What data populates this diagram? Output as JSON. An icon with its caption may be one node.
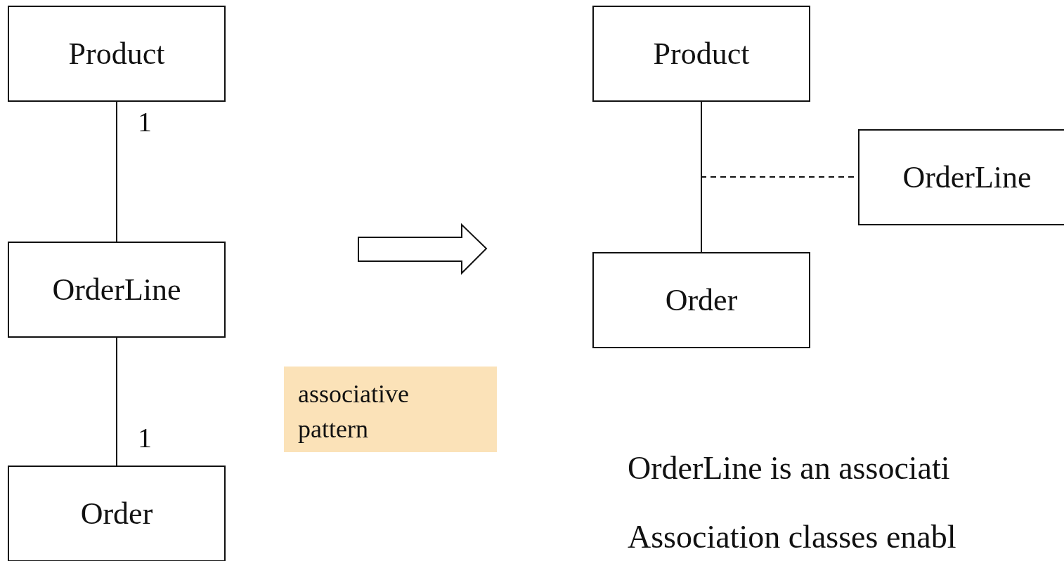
{
  "diagram": {
    "nodes": [
      {
        "text": [
          "Product"
        ]
      },
      {
        "text": [
          "OrderLine"
        ]
      },
      {
        "text": [
          "Order"
        ]
      },
      {
        "text": [
          "Product"
        ]
      },
      {
        "text": [
          "OrderLine"
        ]
      },
      {
        "text": [
          "Order"
        ]
      },
      {
        "text": [
          "associative pattern"
        ]
      }
    ],
    "edges": [
      {
        "from": 0,
        "to": 1,
        "arrow": "none"
      },
      {
        "from": 1,
        "to": 2,
        "arrow": "none"
      },
      {
        "from": 3,
        "to": 5,
        "arrow": "none"
      },
      {
        "from": null,
        "to": 4,
        "arrow": "none",
        "style": "dashed"
      }
    ],
    "labels": [
      "1",
      "1",
      "OrderLine is an associati",
      "Association classes enabl"
    ]
  }
}
